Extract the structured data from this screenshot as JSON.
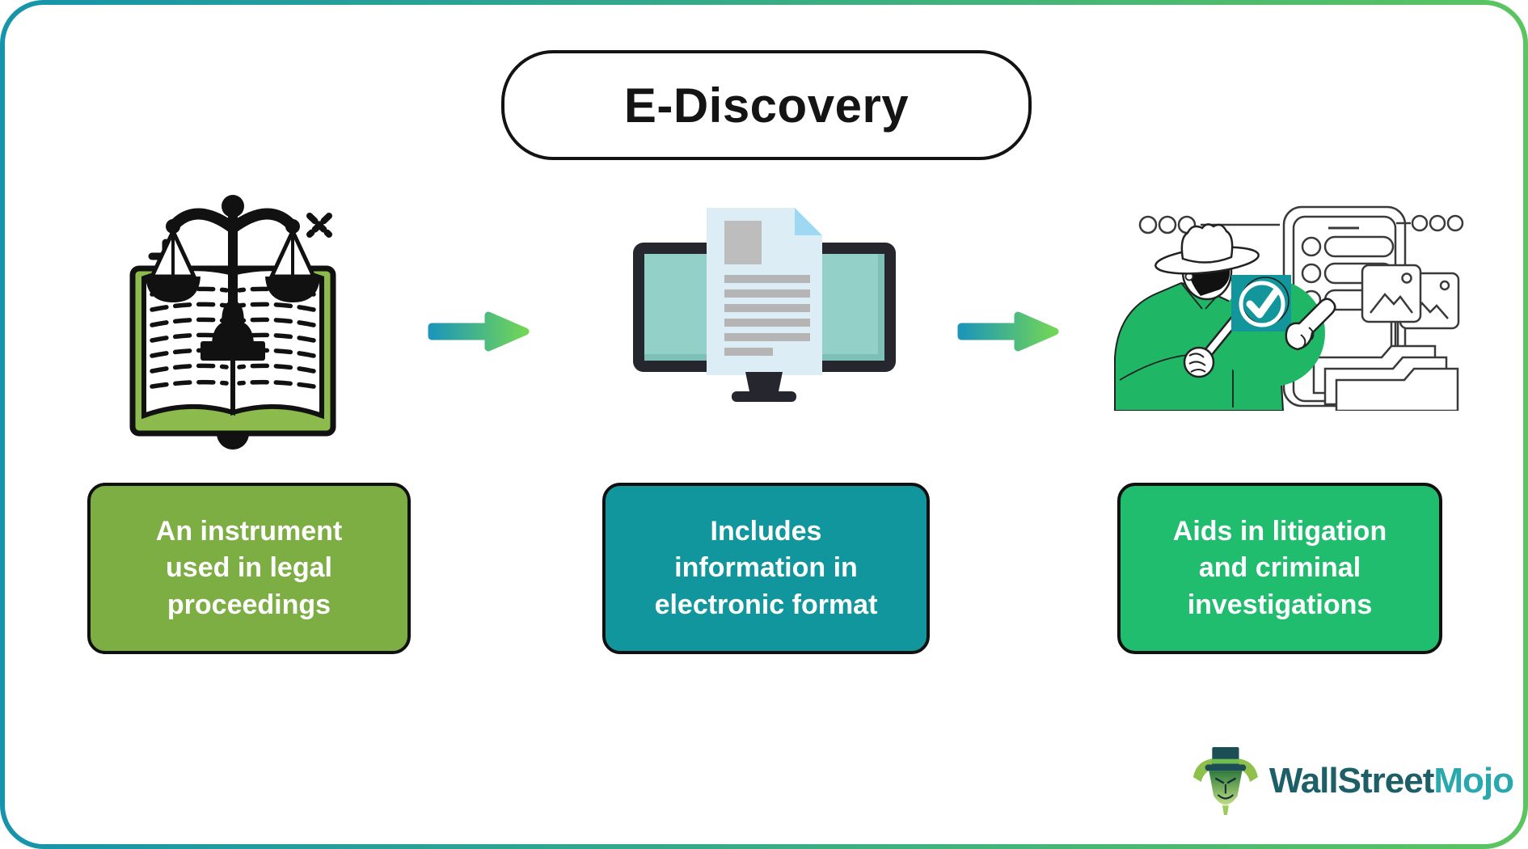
{
  "frame": {
    "background": "#FFFFFF",
    "border_gradient_start": "#1694AB",
    "border_gradient_end": "#5BC55F"
  },
  "title": {
    "label": "E-Discovery"
  },
  "flow": {
    "arrow_gradient_start": "#1D96B8",
    "arrow_gradient_end": "#72D655",
    "steps": [
      {
        "illustration": "law-book-with-scales-of-justice",
        "caption": "An instrument used in legal proceedings",
        "box_color": "#7DAE44"
      },
      {
        "illustration": "computer-monitor-with-electronic-document",
        "caption": "Includes information in electronic format",
        "box_color": "#12969D"
      },
      {
        "illustration": "detective-with-magnifier-verifying-files",
        "caption": "Aids in litigation and criminal investigations",
        "box_color": "#20BD6E"
      }
    ]
  },
  "logo": {
    "brand_primary": "WallStreet",
    "brand_secondary": "Mojo",
    "brand_primary_color": "#1D5F66",
    "brand_secondary_color": "#29A8AE"
  }
}
